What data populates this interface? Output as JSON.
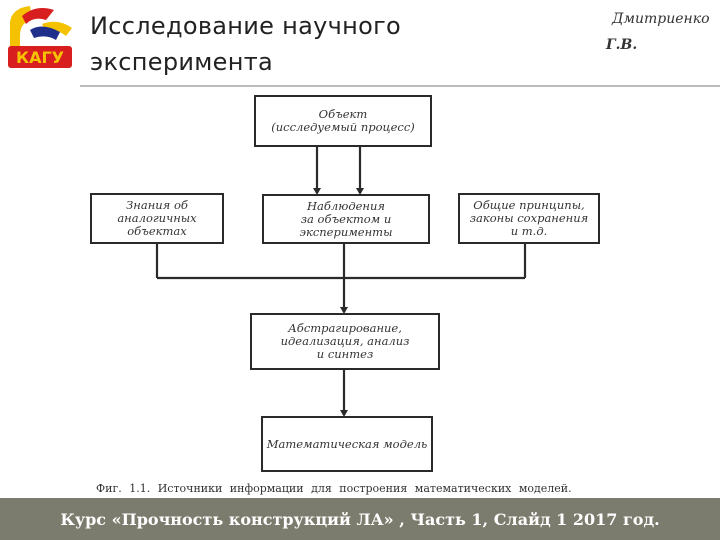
{
  "header": {
    "title_line1": "Исследование научного",
    "title_line2": "эксперимента",
    "author_line1": "Дмитриенко",
    "author_line2": "Г.В.",
    "logo_text": "КАГУ"
  },
  "diagram": {
    "object": [
      "Объект",
      "(исследуемый процесс)"
    ],
    "knowledge": [
      "Знания об",
      "аналогичных",
      "объектах"
    ],
    "observation": [
      "Наблюдения",
      "за объектом и",
      "эксперименты"
    ],
    "principles": [
      "Общие принципы,",
      "законы сохранения",
      "и т.д."
    ],
    "abstraction": [
      "Абстрагирование,",
      "идеализация, анализ",
      "и синтез"
    ],
    "model": [
      "Математическая модель"
    ]
  },
  "caption": "Фиг. 1.1. Источники информации для построения математических моделей.",
  "footer": "Курс «Прочность конструкций ЛА» , Часть 1, Слайд 1   2017 год.",
  "colors": {
    "footer_bg": "#7c7c6e",
    "logo_red": "#d81e1e",
    "logo_yellow": "#f4c200"
  }
}
